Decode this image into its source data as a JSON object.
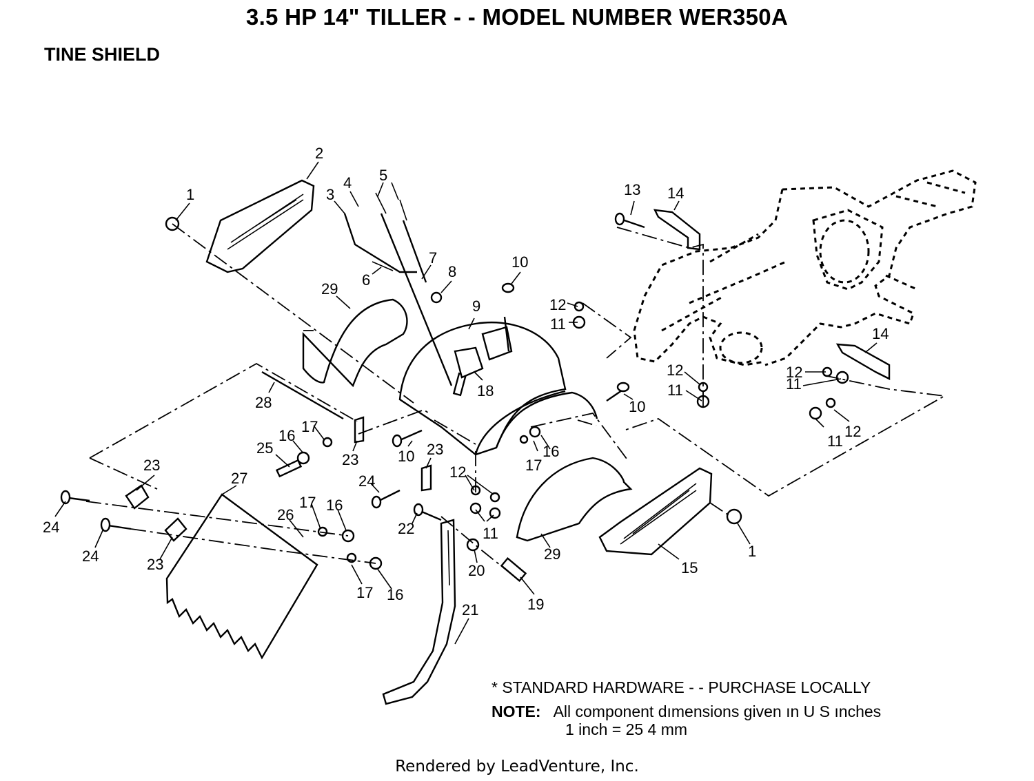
{
  "header": {
    "title": "3.5 HP 14\" TILLER - - MODEL NUMBER WER350A",
    "subtitle": "TINE SHIELD"
  },
  "callouts": {
    "c1a": "1",
    "c1b": "1",
    "c2": "2",
    "c3": "3",
    "c4": "4",
    "c5": "5",
    "c6": "6",
    "c7": "7",
    "c8": "8",
    "c9": "9",
    "c10a": "10",
    "c10b": "10",
    "c10c": "10",
    "c11a": "11",
    "c11b": "11",
    "c11c": "11",
    "c11d": "11",
    "c11e": "11",
    "c12a": "12",
    "c12b": "12",
    "c12c": "12",
    "c12d": "12",
    "c12e": "12",
    "c13": "13",
    "c14a": "14",
    "c14b": "14",
    "c15": "15",
    "c16a": "16",
    "c16b": "16",
    "c16c": "16",
    "c16d": "16",
    "c17a": "17",
    "c17b": "17",
    "c17c": "17",
    "c17d": "17",
    "c18": "18",
    "c19": "19",
    "c20": "20",
    "c21": "21",
    "c22": "22",
    "c23a": "23",
    "c23b": "23",
    "c23c": "23",
    "c23d": "23",
    "c24a": "24",
    "c24b": "24",
    "c24c": "24",
    "c25": "25",
    "c26": "26",
    "c27": "27",
    "c28": "28",
    "c29a": "29",
    "c29b": "29"
  },
  "notes": {
    "hardware": "* STANDARD HARDWARE - - PURCHASE LOCALLY",
    "note_label": "NOTE:",
    "note_text": "All component dımensions given ın U S  ınches",
    "conversion": "1 inch = 25 4 mm"
  },
  "footer": {
    "text": "Rendered by LeadVenture, Inc."
  }
}
